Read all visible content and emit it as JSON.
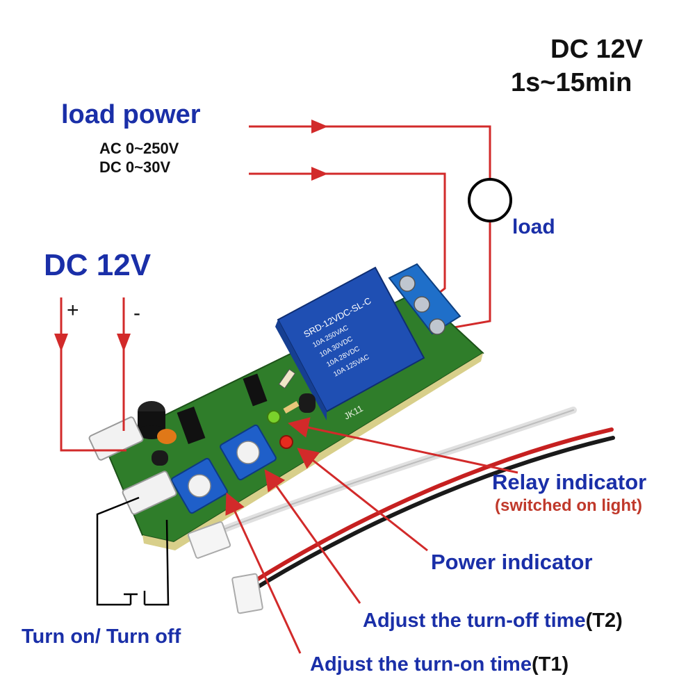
{
  "spec": {
    "voltage": "DC 12V",
    "range": "1s~15min"
  },
  "load_power": {
    "title": "load power",
    "ac": "AC 0~250V",
    "dc": "DC 0~30V"
  },
  "load": {
    "label": "load"
  },
  "supply": {
    "title": "DC 12V",
    "plus": "+",
    "minus": "-"
  },
  "relay": {
    "model": "SRD-12VDC-SL-C",
    "ratings": [
      "10A 250VAC",
      "10A 30VDC",
      "10A 28VDC",
      "10A 125VAC"
    ],
    "board_code": "JK11"
  },
  "callouts": {
    "relay_indicator": "Relay indicator",
    "relay_indicator_note": "(switched on light)",
    "power_indicator": "Power indicator",
    "turn_off_text": "Adjust the turn-off time",
    "turn_off_tag": "(T2)",
    "turn_on_text": "Adjust the turn-on time",
    "turn_on_tag": "(T1)",
    "switch": "Turn on/ Turn off"
  },
  "colors": {
    "label_blue": "#1a2fa8",
    "wire_red": "#d22a2a",
    "pcb_green": "#2f7d2a",
    "relay_blue": "#1f4fb3"
  }
}
